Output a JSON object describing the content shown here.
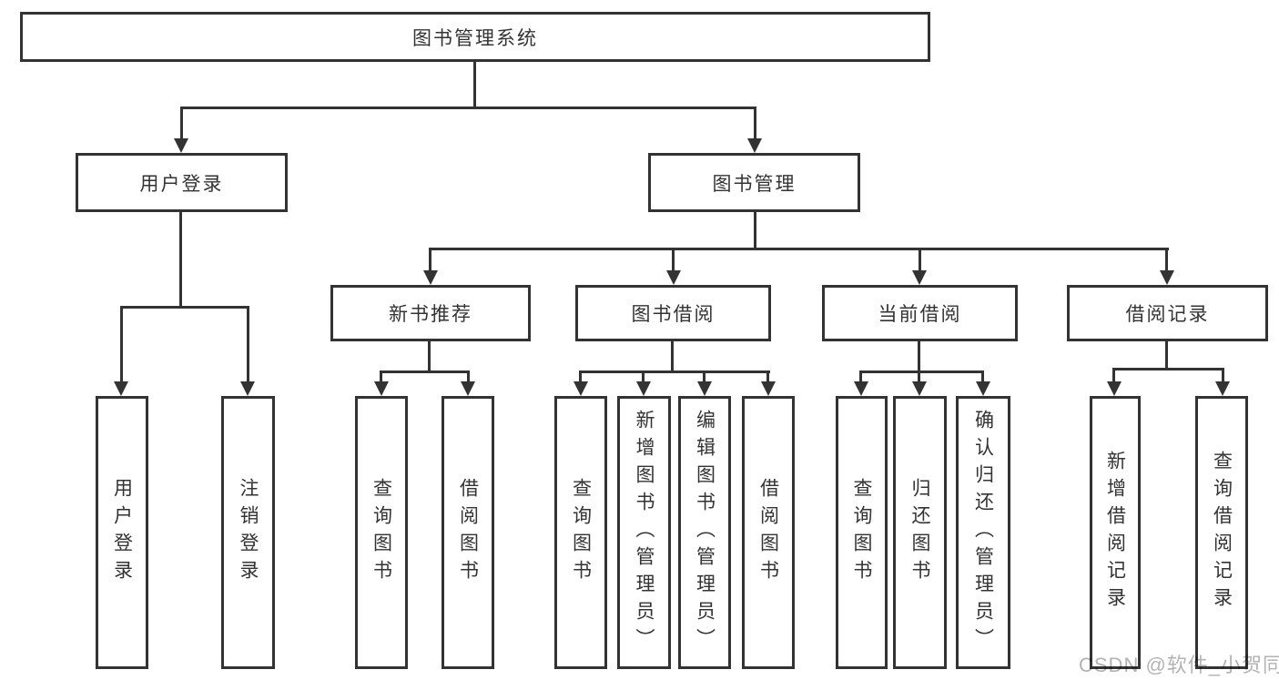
{
  "tree": {
    "root": "图书管理系统",
    "level2": [
      {
        "label": "用户登录",
        "leaves": [
          "用户登录",
          "注销登录"
        ]
      },
      {
        "label": "图书管理",
        "groups": [
          {
            "label": "新书推荐",
            "leaves": [
              "查询图书",
              "借阅图书"
            ]
          },
          {
            "label": "图书借阅",
            "leaves": [
              "查询图书",
              "新增图书（管理员）",
              "编辑图书（管理员）",
              "借阅图书"
            ]
          },
          {
            "label": "当前借阅",
            "leaves": [
              "查询图书",
              "归还图书",
              "确认归还（管理员）"
            ]
          },
          {
            "label": "借阅记录",
            "leaves": [
              "新增借阅记录",
              "查询借阅记录"
            ]
          }
        ]
      }
    ]
  },
  "watermark": {
    "text": "CSDN @软件_小贺同学"
  },
  "colors": {
    "line": "#333333",
    "text": "#333333",
    "watermark": "#b3b3b3",
    "background": "#ffffff"
  }
}
